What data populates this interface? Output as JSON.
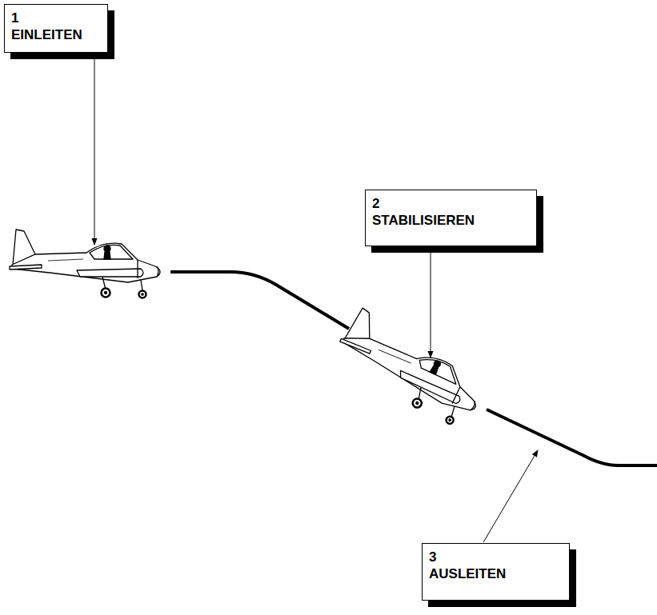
{
  "diagram": {
    "nodes": [
      {
        "text": [
          "1",
          "EINLEITEN"
        ]
      },
      {
        "text": [
          "2",
          "STABILISIEREN"
        ]
      },
      {
        "text": [
          "3",
          "AUSLEITEN"
        ]
      }
    ]
  }
}
